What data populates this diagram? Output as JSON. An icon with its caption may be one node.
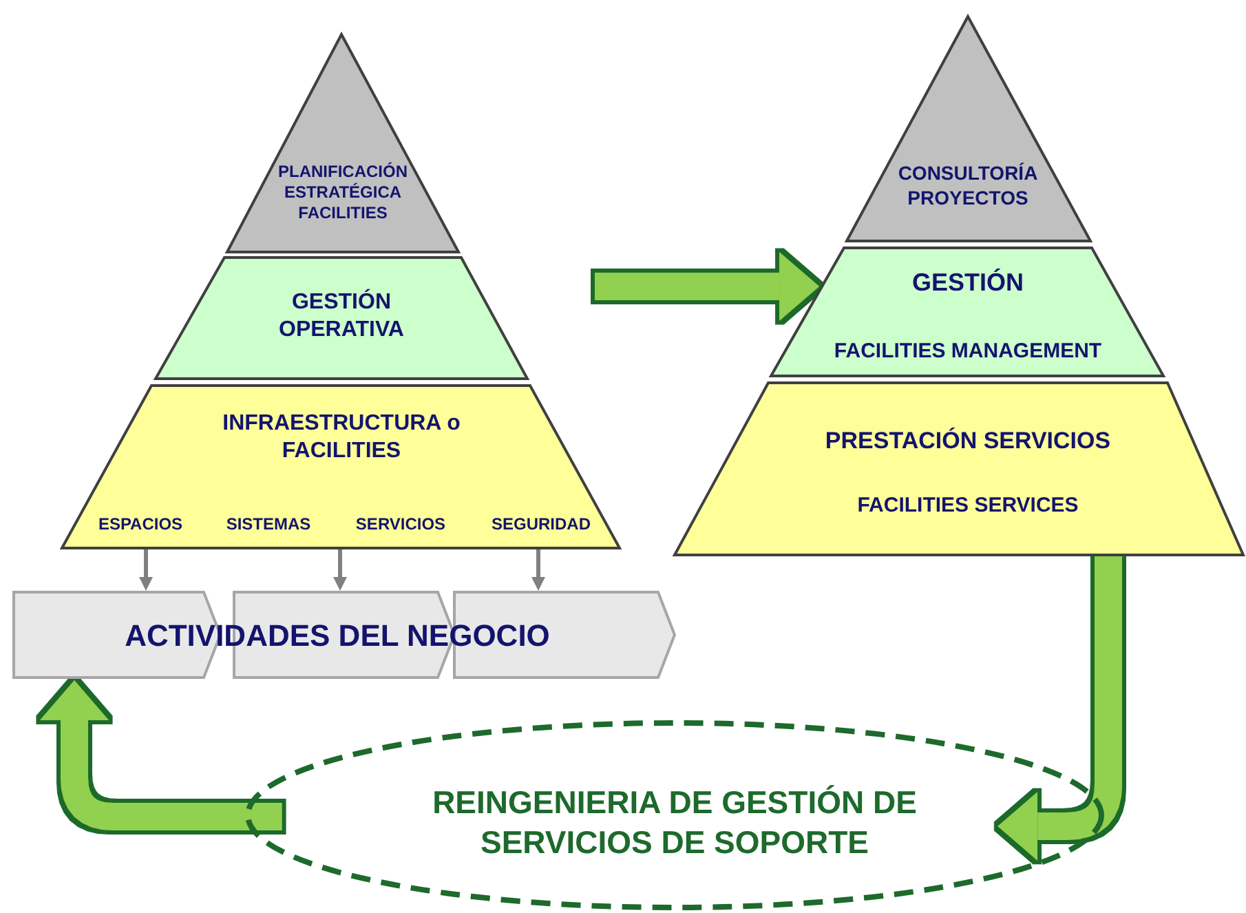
{
  "diagram": {
    "nodes": [
      {
        "text": [
          "PLANIFICACIÓN ESTRATÉGICA FACILITIES"
        ]
      },
      {
        "text": [
          "GESTIÓN OPERATIVA"
        ]
      },
      {
        "text": [
          "INFRAESTRUCTURA o FACILITIES",
          "ESPACIOS",
          "SISTEMAS",
          "SERVICIOS",
          "SEGURIDAD"
        ]
      },
      {
        "text": [],
        "shape": "chevron"
      },
      {
        "text": [],
        "shape": "chevron"
      },
      {
        "text": [],
        "shape": "chevron"
      },
      {
        "text": [
          "CONSULTORÍA PROYECTOS"
        ]
      },
      {
        "text": [
          "GESTIÓN",
          "FACILITIES MANAGEMENT"
        ]
      },
      {
        "text": [
          "PRESTACIÓN SERVICIOS",
          "FACILITIES SERVICES"
        ]
      },
      {
        "text": [
          "REINGENIERIA DE GESTIÓN DE SERVICIOS DE SOPORTE"
        ]
      }
    ],
    "edges": [
      {
        "from": null,
        "to": 7,
        "arrow": "to",
        "style": "thick",
        "color": "#92d050"
      },
      {
        "from": 8,
        "to": 9,
        "arrow": "to",
        "style": "thick",
        "color": "#92d050"
      },
      {
        "from": 9,
        "to": 3,
        "arrow": "to",
        "style": "thick",
        "color": "#92d050"
      },
      {
        "from": 2,
        "to": 3,
        "arrow": "to",
        "color": "#808080"
      },
      {
        "from": 2,
        "to": 4,
        "arrow": "to",
        "color": "#808080"
      },
      {
        "from": 2,
        "to": 5,
        "arrow": "to",
        "color": "#808080"
      }
    ],
    "labels": [
      "ACTIVIDADES DEL NEGOCIO"
    ]
  }
}
